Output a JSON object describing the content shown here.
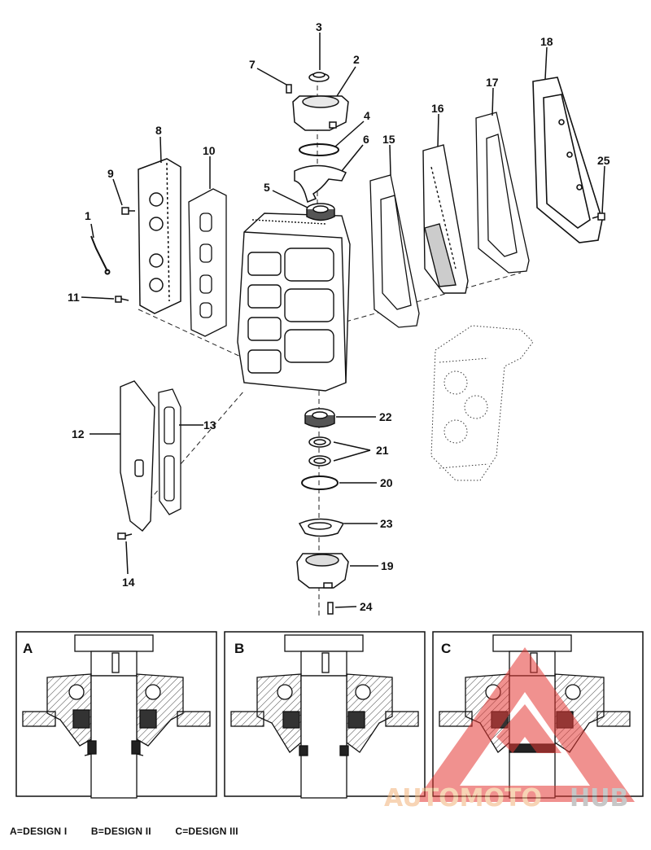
{
  "diagram": {
    "callouts": [
      {
        "id": "1",
        "text": "1"
      },
      {
        "id": "2",
        "text": "2"
      },
      {
        "id": "3",
        "text": "3"
      },
      {
        "id": "4",
        "text": "4"
      },
      {
        "id": "5",
        "text": "5"
      },
      {
        "id": "6",
        "text": "6"
      },
      {
        "id": "7",
        "text": "7"
      },
      {
        "id": "8",
        "text": "8"
      },
      {
        "id": "9",
        "text": "9"
      },
      {
        "id": "10",
        "text": "10"
      },
      {
        "id": "11",
        "text": "11"
      },
      {
        "id": "12",
        "text": "12"
      },
      {
        "id": "13",
        "text": "13"
      },
      {
        "id": "14",
        "text": "14"
      },
      {
        "id": "15",
        "text": "15"
      },
      {
        "id": "16",
        "text": "16"
      },
      {
        "id": "17",
        "text": "17"
      },
      {
        "id": "18",
        "text": "18"
      },
      {
        "id": "19",
        "text": "19"
      },
      {
        "id": "20",
        "text": "20"
      },
      {
        "id": "21",
        "text": "21"
      },
      {
        "id": "22",
        "text": "22"
      },
      {
        "id": "23",
        "text": "23"
      },
      {
        "id": "24",
        "text": "24"
      },
      {
        "id": "25",
        "text": "25"
      }
    ],
    "panels": [
      {
        "letter": "A"
      },
      {
        "letter": "B"
      },
      {
        "letter": "C"
      }
    ],
    "legend": [
      "A=DESIGN I",
      "B=DESIGN II",
      "C=DESIGN III"
    ]
  },
  "watermark": {
    "text_a": "AUTOMOTO",
    "text_b": "HUB",
    "color_a": "#f2b27a",
    "color_b": "#9a9a9a",
    "triangle_color": "#e53935"
  },
  "colors": {
    "ink": "#111111",
    "hatch": "#555555"
  }
}
